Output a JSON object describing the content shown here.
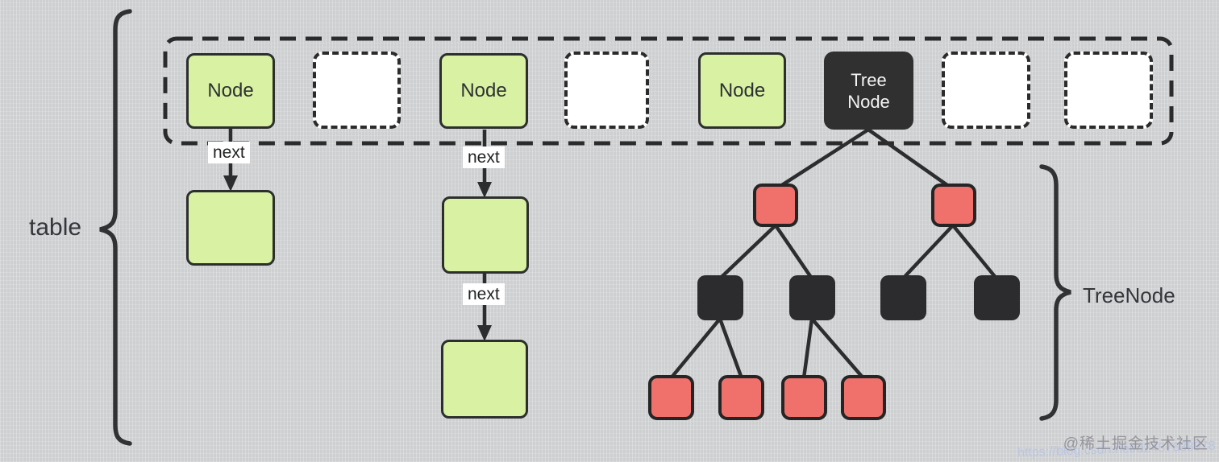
{
  "diagram": {
    "type": "hashmap-structure",
    "description": "hash table array with linked-list buckets and one treeified bucket",
    "buckets": [
      "Node",
      "empty",
      "Node",
      "empty",
      "Node",
      "TreeNode",
      "empty",
      "empty"
    ],
    "linked_lists": [
      {
        "bucket_index": 0,
        "chain_length": 2,
        "edge_label": "next"
      },
      {
        "bucket_index": 2,
        "chain_length": 3,
        "edge_label": "next"
      }
    ],
    "tree": {
      "root": "Tree Node",
      "level1_red_nodes": 2,
      "level2_dark_nodes": 4,
      "level3_red_nodes": 4,
      "edges": [
        [
          "root",
          "red-1"
        ],
        [
          "root",
          "red-2"
        ],
        [
          "red-1",
          "dark-1"
        ],
        [
          "red-1",
          "dark-2"
        ],
        [
          "red-2",
          "dark-3"
        ],
        [
          "red-2",
          "dark-4"
        ],
        [
          "dark-1",
          "leaf-1"
        ],
        [
          "dark-1",
          "leaf-2"
        ],
        [
          "dark-2",
          "leaf-3"
        ],
        [
          "dark-2",
          "leaf-4"
        ]
      ]
    }
  },
  "labels": {
    "table_brace": "table",
    "treenode_brace": "TreeNode",
    "next": "next"
  },
  "table_row": {
    "cells": [
      {
        "kind": "green-node",
        "label": "Node"
      },
      {
        "kind": "empty",
        "label": ""
      },
      {
        "kind": "green-node",
        "label": "Node"
      },
      {
        "kind": "empty",
        "label": ""
      },
      {
        "kind": "green-node",
        "label": "Node"
      },
      {
        "kind": "tree-node",
        "label": "Tree Node"
      },
      {
        "kind": "empty",
        "label": ""
      },
      {
        "kind": "empty",
        "label": ""
      }
    ]
  },
  "tree_node_box": {
    "line1": "Tree",
    "line2": "Node"
  },
  "watermark": {
    "community": "@稀土掘金技术社区",
    "url": "https://blog.csdn.net/d2457638978"
  },
  "colors": {
    "background": "#d3d4d6",
    "green_fill": "#d8f1a2",
    "red_fill": "#f0716c",
    "dark_fill": "#2c2c2e",
    "stroke": "#2b2b2b",
    "watermark_gray": "#929299",
    "watermark_blue": "#b7c4e4"
  }
}
